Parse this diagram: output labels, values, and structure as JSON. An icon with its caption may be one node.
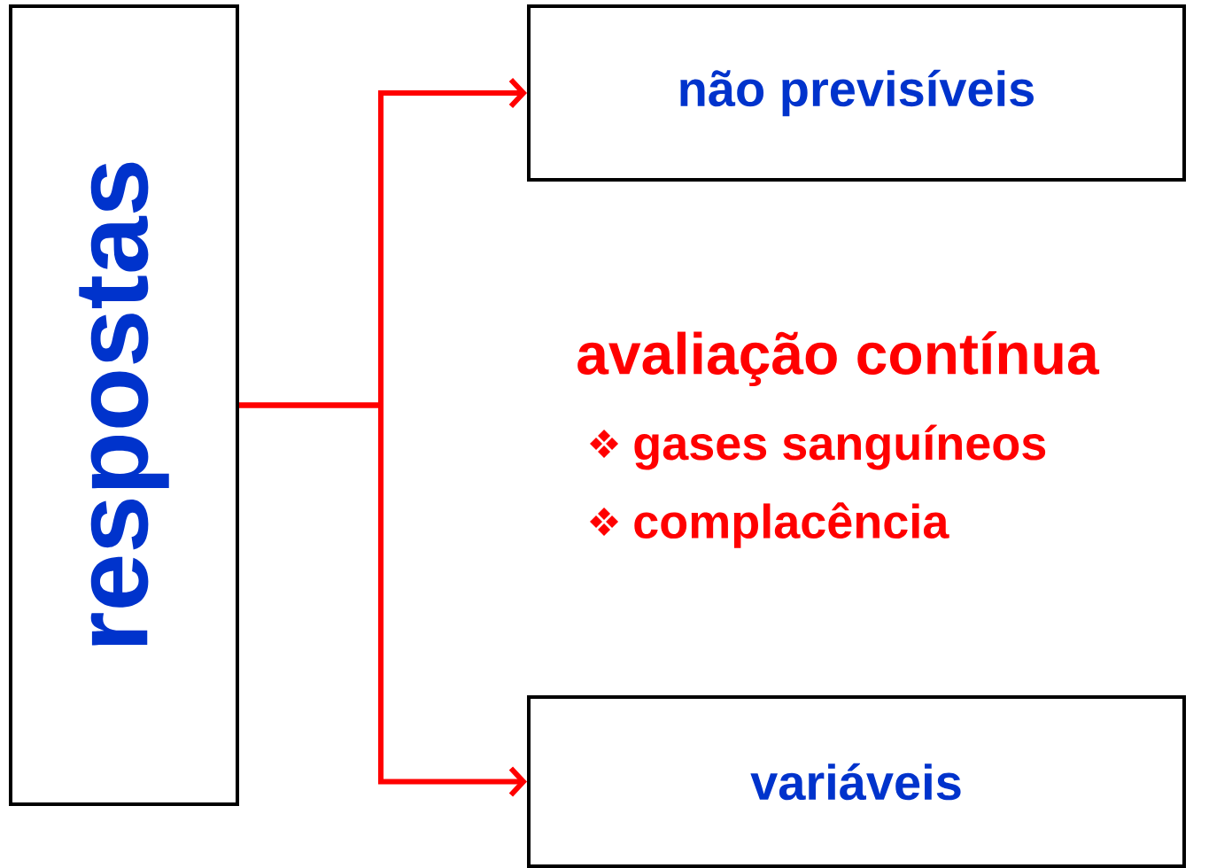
{
  "diagram": {
    "nodes": [
      {
        "text": [
          "respostas"
        ]
      },
      {
        "text": [
          "não previsíveis"
        ]
      },
      {
        "text": [
          "variáveis"
        ]
      }
    ],
    "edges": [
      {
        "from": 0,
        "to": 1,
        "arrow": "to"
      },
      {
        "from": 0,
        "to": 2,
        "arrow": "to"
      }
    ],
    "labels": [
      "avaliação contínua",
      "gases sanguíneos",
      "complacência"
    ]
  }
}
